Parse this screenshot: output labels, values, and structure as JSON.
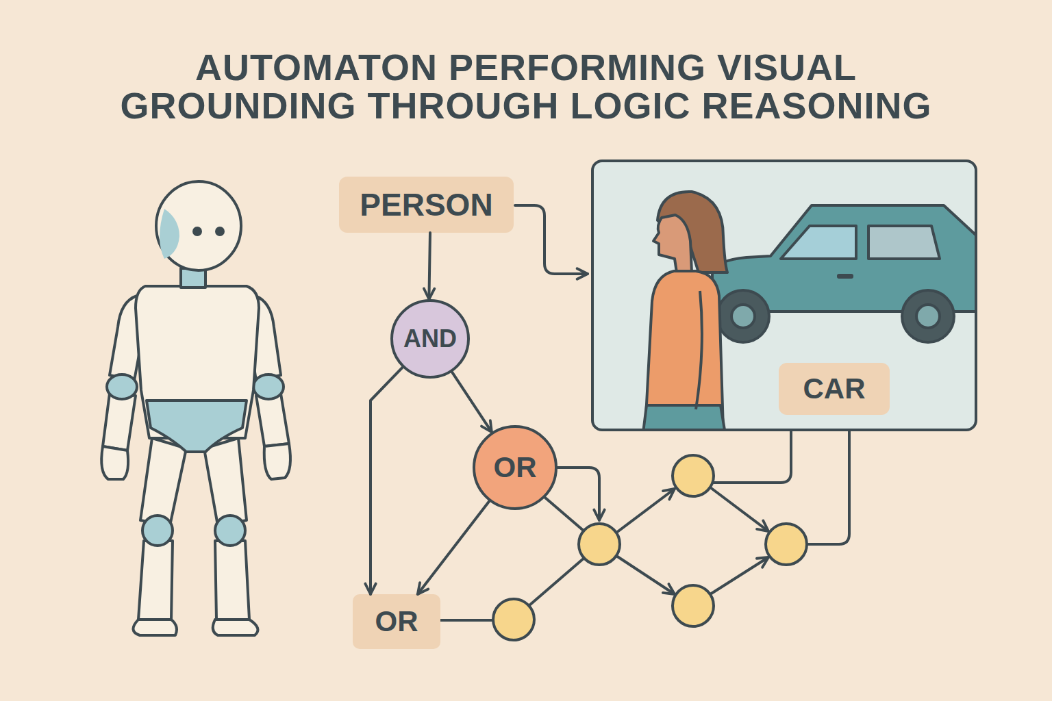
{
  "diagram": {
    "title": "AUTOMATON PERFORMING VISUAL GROUNDING THROUGH LOGIC REASONING",
    "nodes": [
      {
        "text": [
          "PERSON"
        ]
      },
      {
        "text": [
          "AND"
        ]
      },
      {
        "text": [
          "OR"
        ]
      },
      {
        "text": [
          "CAR"
        ]
      },
      {
        "text": [
          "OR"
        ]
      }
    ],
    "edges": [
      {
        "from": 0,
        "to": 1,
        "arrow": "to"
      },
      {
        "from": 1,
        "to": 2,
        "arrow": "to"
      },
      {
        "from": 1,
        "to": 4,
        "arrow": "to"
      },
      {
        "from": 2,
        "to": 4,
        "arrow": "to"
      }
    ]
  }
}
